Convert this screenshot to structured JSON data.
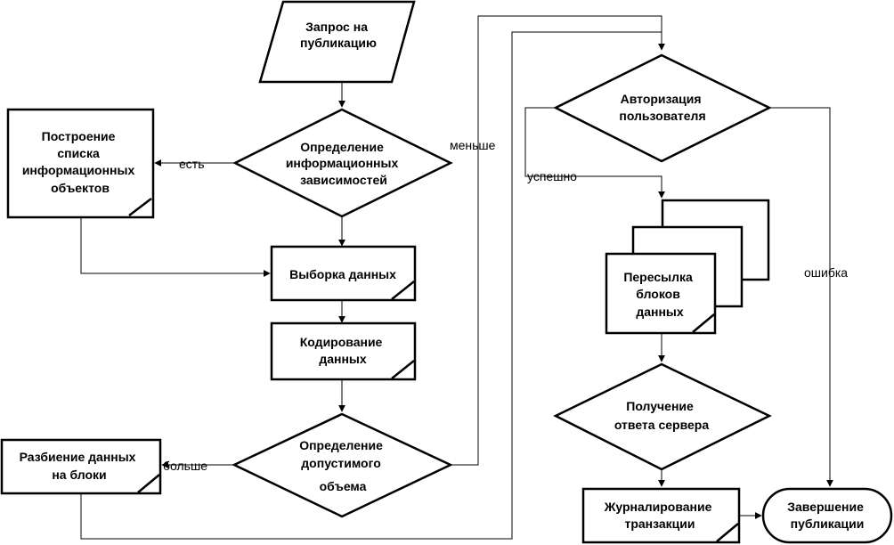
{
  "nodes": {
    "request": [
      "Запрос на",
      "публикацию"
    ],
    "determine_deps": [
      "Определение",
      "информационных",
      "зависимостей"
    ],
    "build_list": [
      "Построение",
      "списка",
      "информационных",
      "объектов"
    ],
    "select_data": [
      "Выборка данных"
    ],
    "encode_data": [
      "Кодирование",
      "данных"
    ],
    "determine_volume": [
      "Определение",
      "допустимого",
      "объема"
    ],
    "split_blocks": [
      "Разбиение данных",
      "на блоки"
    ],
    "authorize": [
      "Авторизация",
      "пользователя"
    ],
    "send_blocks": [
      "Пересылка",
      "блоков",
      "данных"
    ],
    "server_response": [
      "Получение",
      "ответа сервера"
    ],
    "log_transaction": [
      "Журналирование",
      "транзакции"
    ],
    "finish": [
      "Завершение",
      "публикации"
    ]
  },
  "edge_labels": {
    "exists": "есть",
    "less": "меньше",
    "more": "больше",
    "success": "успешно",
    "error": "ошибка"
  }
}
